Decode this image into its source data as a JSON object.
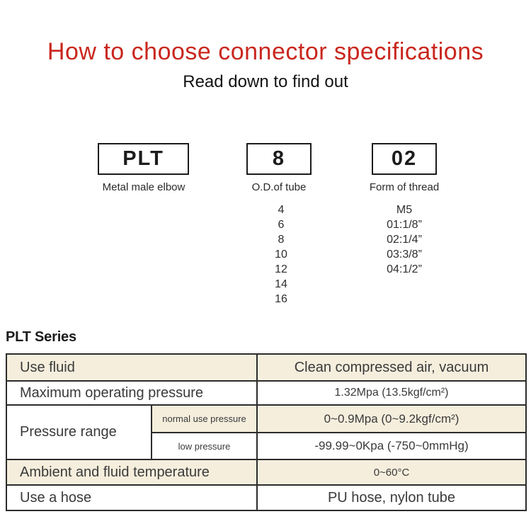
{
  "header": {
    "title": "How to choose connector specifications",
    "subtitle": "Read down to find out"
  },
  "selector": {
    "columns": [
      {
        "code": "PLT",
        "label": "Metal male elbow",
        "options": []
      },
      {
        "code": "8",
        "label": "O.D.of tube",
        "options": [
          "4",
          "6",
          "8",
          "10",
          "12",
          "14",
          "16"
        ]
      },
      {
        "code": "02",
        "label": "Form of thread",
        "options": [
          "M5",
          "01:1/8”",
          "02:1/4”",
          "03:3/8”",
          "04:1/2”"
        ]
      }
    ]
  },
  "series_heading": "PLT Series",
  "spec_table": {
    "rows": [
      {
        "label": "Use fluid",
        "value": "Clean compressed air, vacuum"
      },
      {
        "label": "Maximum operating pressure",
        "value": "1.32Mpa (13.5kgf/cm²)"
      },
      {
        "label": "Pressure range",
        "sub_rows": [
          {
            "sub_label": "normal use pressure",
            "value": "0~0.9Mpa (0~9.2kgf/cm²)"
          },
          {
            "sub_label": "low pressure",
            "value": "-99.99~0Kpa (-750~0mmHg)"
          }
        ]
      },
      {
        "label": "Ambient and fluid temperature",
        "value": "0~60°C"
      },
      {
        "label": "Use a hose",
        "value": "PU hose, nylon tube"
      }
    ]
  },
  "colors": {
    "title_red": "#c9271e",
    "row_beige": "#f5eedd",
    "border_dark": "#2c2c2c"
  }
}
